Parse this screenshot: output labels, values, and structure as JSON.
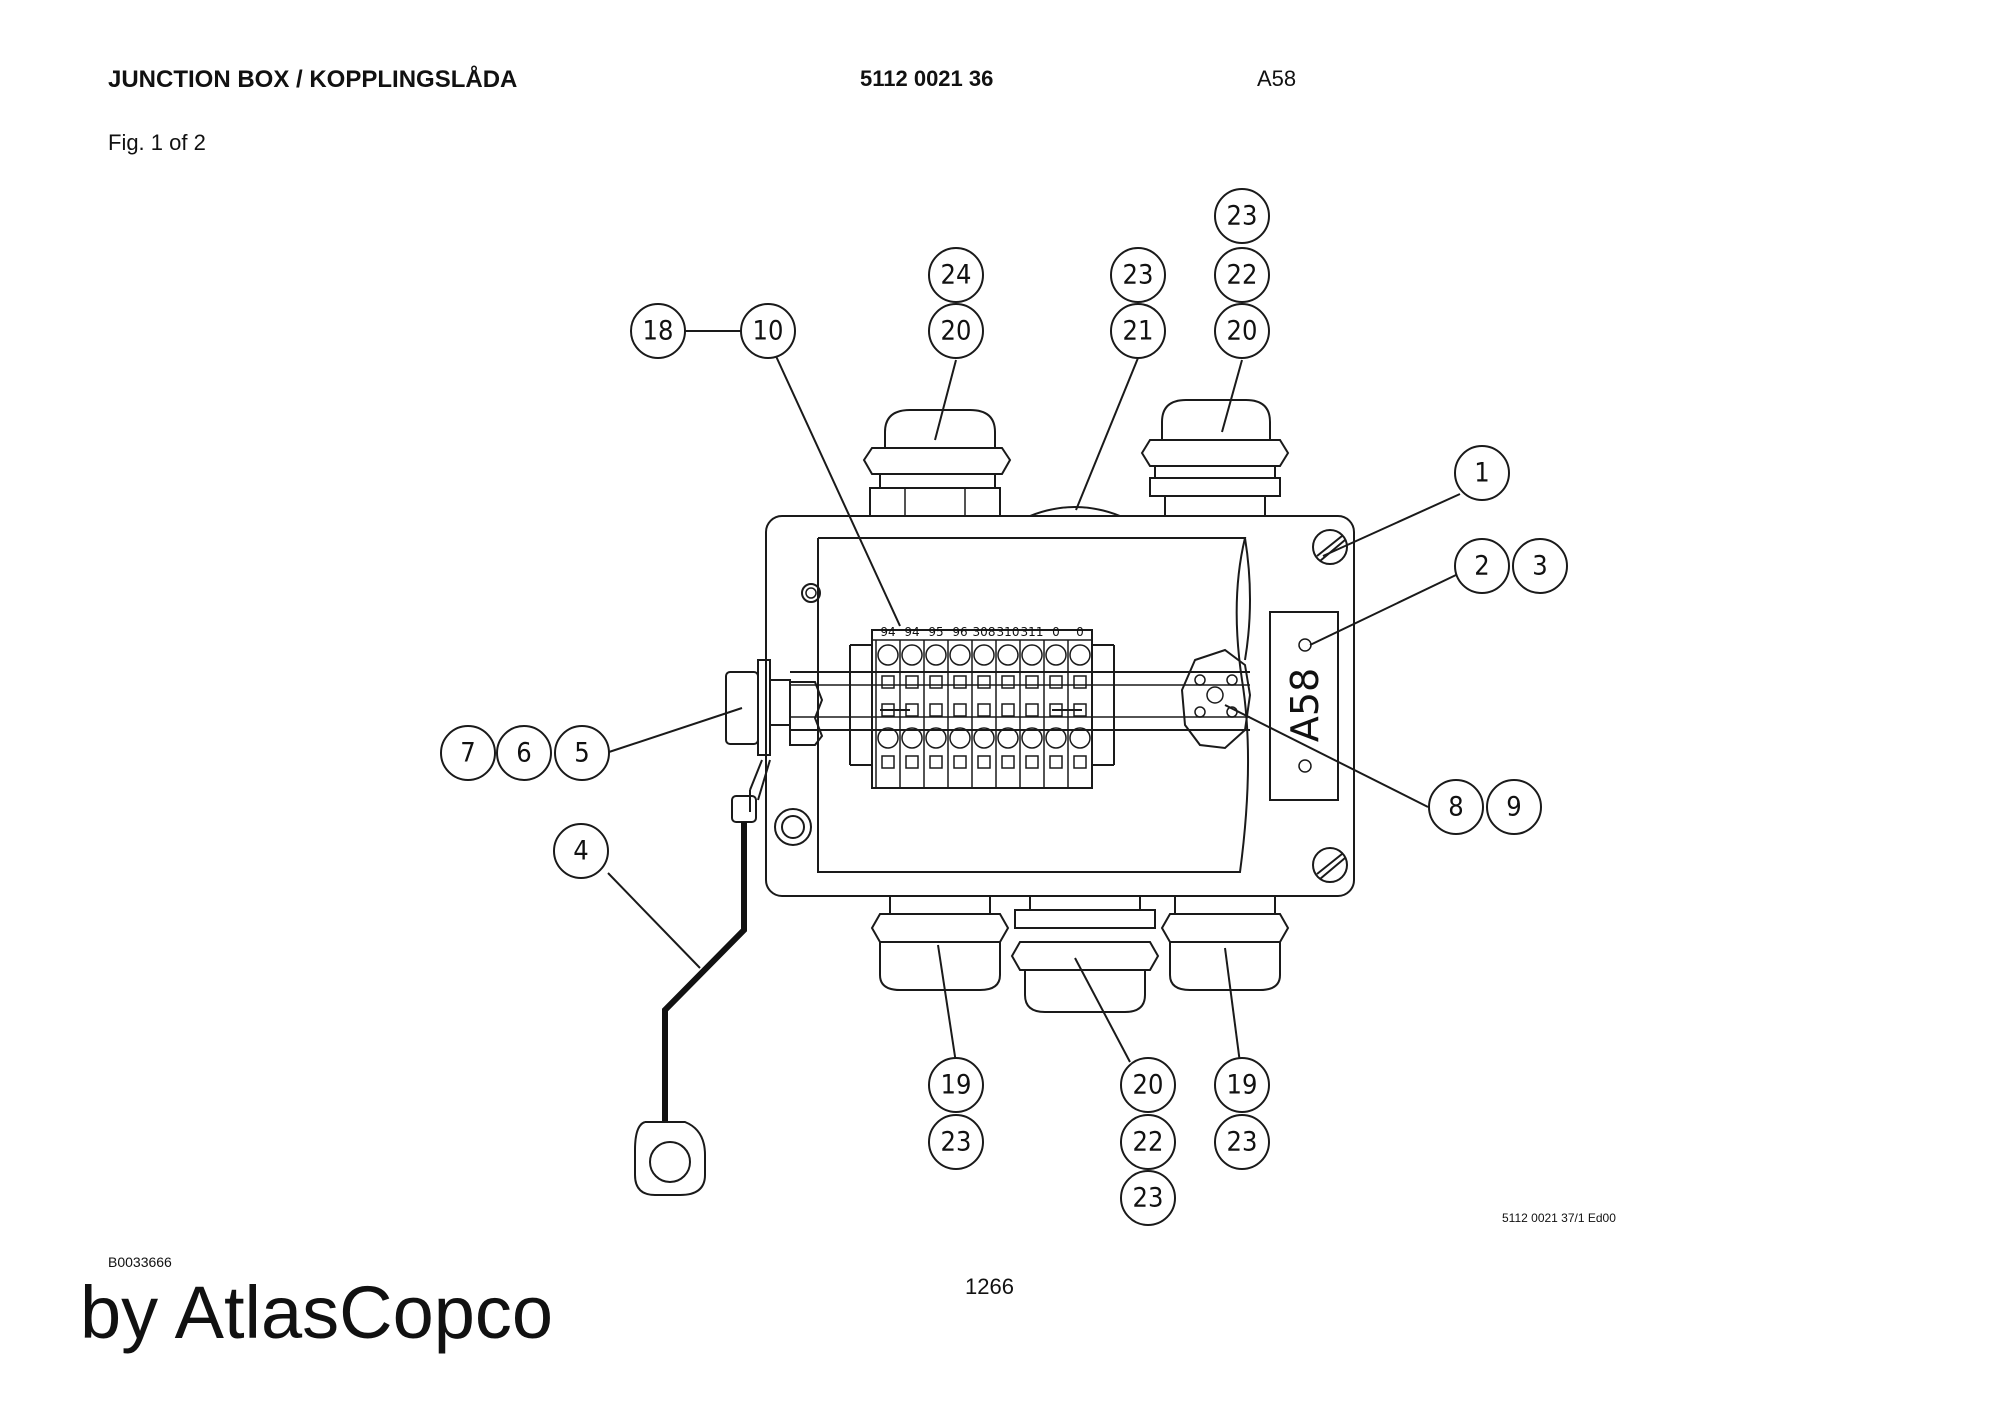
{
  "header": {
    "title": "JUNCTION BOX / KOPPLINGSLÅDA",
    "part_number": "5112 0021 36",
    "code": "A58",
    "figure": "Fig. 1 of 2"
  },
  "diagram": {
    "plate_label": "A58",
    "terminal_labels": [
      "94",
      "94",
      "95",
      "96",
      "308",
      "310",
      "311",
      "0",
      "0"
    ],
    "callouts": [
      "18",
      "10",
      "24",
      "20",
      "23",
      "21",
      "23",
      "22",
      "20",
      "1",
      "2",
      "3",
      "7",
      "6",
      "5",
      "8",
      "9",
      "4",
      "19",
      "23",
      "20",
      "22",
      "23",
      "19",
      "23"
    ],
    "drawing_reference": "5112 0021 37/1 Ed00"
  },
  "footer": {
    "doc_id": "B0033666",
    "page_number": "1266",
    "brand": "by AtlasCopco"
  }
}
